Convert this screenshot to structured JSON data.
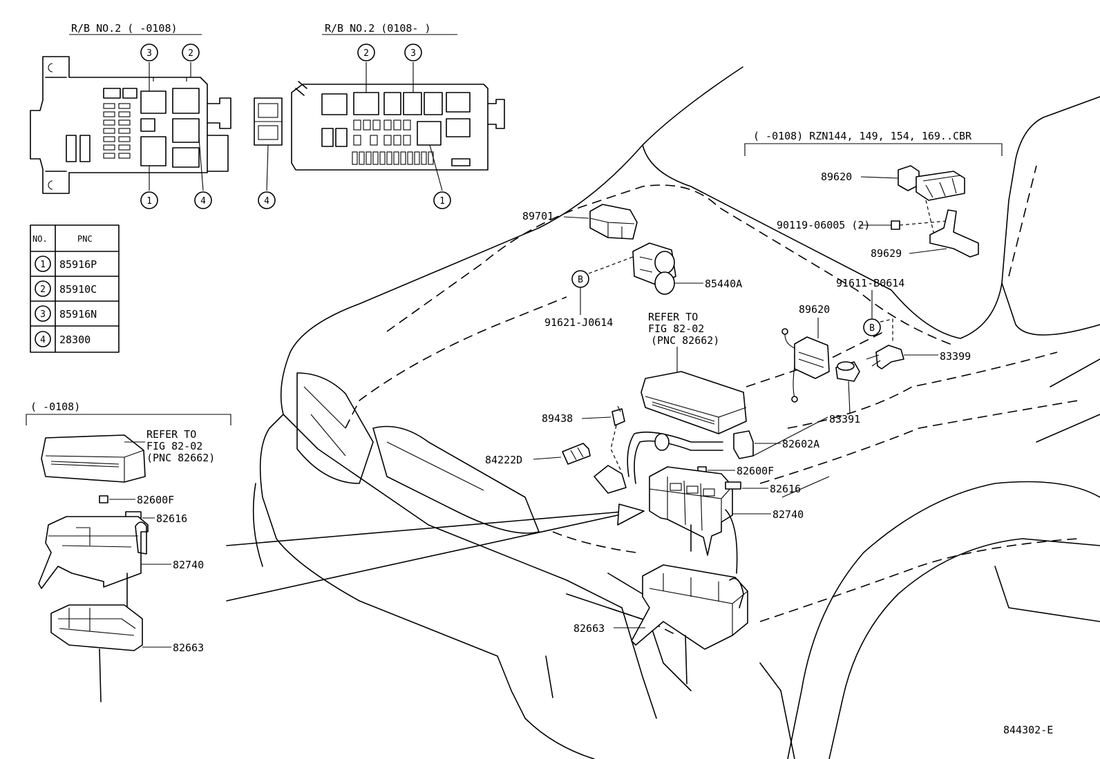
{
  "rb_headers": {
    "left": "R/B NO.2 (      -0108)",
    "right": "R/B NO.2 (0108-      )"
  },
  "pnc_table": {
    "col_no": "NO.",
    "col_pnc": "PNC",
    "rows": [
      {
        "no": "1",
        "pnc": "85916P"
      },
      {
        "no": "2",
        "pnc": "85910C"
      },
      {
        "no": "3",
        "pnc": "85916N"
      },
      {
        "no": "4",
        "pnc": "28300"
      }
    ]
  },
  "callouts": {
    "one": "1",
    "two": "2",
    "three": "3",
    "four": "4"
  },
  "left_box": {
    "header": "(      -0108)",
    "refer_l1": "REFER TO",
    "refer_l2": "FIG 82-02",
    "refer_l3": "(PNC 82662)",
    "p1": "82600F",
    "p2": "82616",
    "p3": "82740",
    "p4": "82663"
  },
  "right_box": {
    "header": "(      -0108) RZN144, 149, 154, 169..CBR",
    "p1": "89620",
    "p2": "90119-06005 (2)",
    "p3": "89629"
  },
  "main": {
    "p89701": "89701",
    "p85440a": "85440A",
    "b_mark": "B",
    "p91621": "91621-J0614",
    "refer_l1": "REFER TO",
    "refer_l2": "FIG 82-02",
    "refer_l3": "(PNC 82662)",
    "p91611": "91611-B0614",
    "p89620": "89620",
    "p83399": "83399",
    "p89438": "89438",
    "p83391": "83391",
    "p84222d": "84222D",
    "p82602a": "82602A",
    "p82600f": "82600F",
    "p82616": "82616",
    "p82740": "82740",
    "p82663": "82663"
  },
  "figure_id": "844302-E"
}
